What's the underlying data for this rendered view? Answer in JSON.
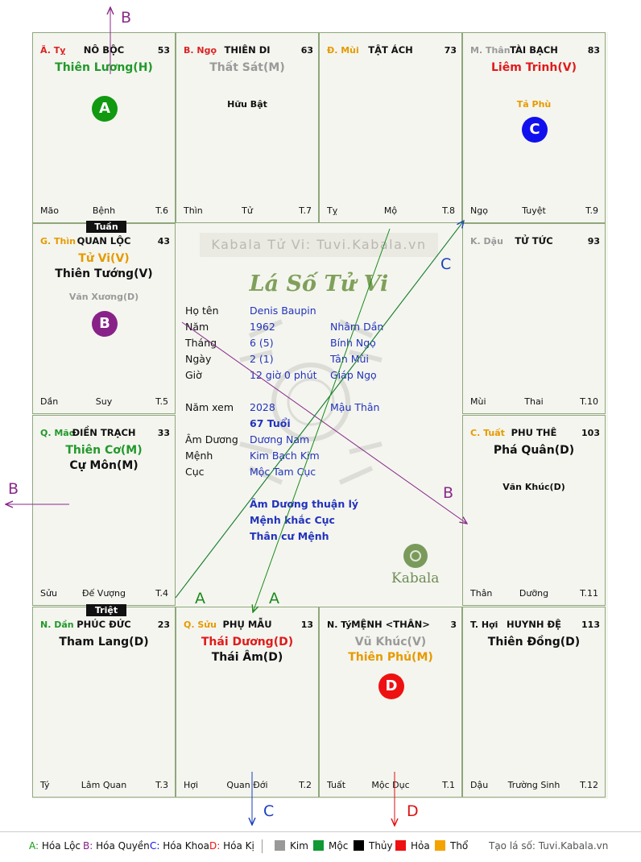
{
  "cells": [
    {
      "id": "ty-snake",
      "stem": "Ã. Tỵ",
      "stem_color": "#dd2222",
      "name": "NÔ BỘC",
      "num": "53",
      "stars": [
        {
          "text": "Thiên Lương(H)",
          "color": "#22992b"
        }
      ],
      "minor": [],
      "bottom": [
        "Mão",
        "Bệnh",
        "T.6"
      ],
      "badge": {
        "letter": "A",
        "color": "#119911"
      }
    },
    {
      "id": "ngo-horse",
      "stem": "B. Ngọ",
      "stem_color": "#dd2222",
      "name": "THIÊN DI",
      "num": "63",
      "stars": [
        {
          "text": "Thất Sát(M)",
          "color": "#9a9a9a"
        }
      ],
      "minor": [
        {
          "text": "Hữu Bật",
          "color": "#111111"
        }
      ],
      "bottom": [
        "Thìn",
        "Tử",
        "T.7"
      ]
    },
    {
      "id": "mui-goat",
      "stem": "Đ. Mùi",
      "stem_color": "#e69a00",
      "name": "TẬT ÁCH",
      "num": "73",
      "stars": [],
      "minor": [],
      "bottom": [
        "Tỵ",
        "Mộ",
        "T.8"
      ]
    },
    {
      "id": "than-monkey",
      "stem": "M. Thân",
      "stem_color": "#999999",
      "name": "TÀI BẠCH",
      "num": "83",
      "stars": [
        {
          "text": "Liêm Trinh(V)",
          "color": "#e01b1b"
        }
      ],
      "minor": [
        {
          "text": "Tả Phù",
          "color": "#e69a00"
        }
      ],
      "bottom": [
        "Ngọ",
        "Tuyệt",
        "T.9"
      ],
      "badge": {
        "letter": "C",
        "color": "#1010ee"
      }
    },
    {
      "id": "thin-dragon",
      "stem": "G. Thìn",
      "stem_color": "#e69a00",
      "name": "QUAN LỘC",
      "num": "43",
      "stars": [
        {
          "text": "Tử Vi(V)",
          "color": "#e69a00"
        },
        {
          "text": "Thiên Tướng(V)",
          "color": "#111111"
        }
      ],
      "minor": [
        {
          "text": "Văn Xương(D)",
          "color": "#9a9a9a"
        }
      ],
      "bottom": [
        "Dần",
        "Suy",
        "T.5"
      ],
      "badge": {
        "letter": "B",
        "color": "#882288"
      }
    },
    {
      "id": "dau-rooster",
      "stem": "K. Dậu",
      "stem_color": "#999999",
      "name": "TỬ TỨC",
      "num": "93",
      "stars": [],
      "minor": [],
      "bottom": [
        "Mùi",
        "Thai",
        "T.10"
      ]
    },
    {
      "id": "mao-cat",
      "stem": "Q. Mão",
      "stem_color": "#22992b",
      "name": "ĐIỀN TRẠCH",
      "num": "33",
      "stars": [
        {
          "text": "Thiên Cơ(M)",
          "color": "#22992b"
        },
        {
          "text": "Cự Môn(M)",
          "color": "#111111"
        }
      ],
      "minor": [],
      "bottom": [
        "Sửu",
        "Đế Vượng",
        "T.4"
      ]
    },
    {
      "id": "tuat-dog",
      "stem": "C. Tuất",
      "stem_color": "#e69a00",
      "name": "PHU THÊ",
      "num": "103",
      "stars": [
        {
          "text": "Phá Quân(D)",
          "color": "#111111"
        }
      ],
      "minor": [
        {
          "text": "Văn Khúc(D)",
          "color": "#111111"
        }
      ],
      "bottom": [
        "Thân",
        "Dưỡng",
        "T.11"
      ]
    },
    {
      "id": "dan-tiger",
      "stem": "N. Dần",
      "stem_color": "#22992b",
      "name": "PHÚC ĐỨC",
      "num": "23",
      "stars": [
        {
          "text": "Tham Lang(D)",
          "color": "#111111"
        }
      ],
      "minor": [],
      "bottom": [
        "Tý",
        "Lâm Quan",
        "T.3"
      ]
    },
    {
      "id": "suu-buffalo",
      "stem": "Q. Sửu",
      "stem_color": "#e69a00",
      "name": "PHỤ MẪU",
      "num": "13",
      "stars": [
        {
          "text": "Thái Dương(D)",
          "color": "#e01b1b"
        },
        {
          "text": "Thái Âm(D)",
          "color": "#111111"
        }
      ],
      "minor": [],
      "bottom": [
        "Hợi",
        "Quan Đới",
        "T.2"
      ]
    },
    {
      "id": "ty-rat",
      "stem": "N. Tý",
      "stem_color": "#111111",
      "name": "MỆNH <THÂN>",
      "num": "3",
      "stars": [
        {
          "text": "Vũ Khúc(V)",
          "color": "#9a9a9a"
        },
        {
          "text": "Thiên Phủ(M)",
          "color": "#e69a00"
        }
      ],
      "minor": [],
      "bottom": [
        "Tuất",
        "Mộc Dục",
        "T.1"
      ],
      "badge": {
        "letter": "D",
        "color": "#ee1111"
      }
    },
    {
      "id": "hoi-pig",
      "stem": "T. Hợi",
      "stem_color": "#111111",
      "name": "HUYNH ĐỆ",
      "num": "113",
      "stars": [
        {
          "text": "Thiên Đồng(D)",
          "color": "#111111"
        }
      ],
      "minor": [],
      "bottom": [
        "Dậu",
        "Trường Sinh",
        "T.12"
      ]
    }
  ],
  "tags": {
    "tuan": "Tuần",
    "triet": "Triệt"
  },
  "center": {
    "site": "Kabala Tử Vi: Tuvi.Kabala.vn",
    "title": "Lá Số Tử Vi",
    "rows": [
      {
        "label": "Họ tên",
        "value": "Denis Baupin",
        "extra": ""
      },
      {
        "label": "Năm",
        "value": "1962",
        "extra": "Nhâm Dần"
      },
      {
        "label": "Tháng",
        "value": "6  (5)",
        "extra": "Bính Ngọ"
      },
      {
        "label": "Ngày",
        "value": "2  (1)",
        "extra": "Tân Mùi"
      },
      {
        "label": "Giờ",
        "value": "12 giờ 0 phút",
        "extra": "Giáp Ngọ"
      }
    ],
    "year_view": {
      "label": "Năm xem",
      "value": "2028",
      "extra": "Mậu Thân",
      "age": "67 Tuổi"
    },
    "rows2": [
      {
        "label": "Âm Dương",
        "value": "Dương Nam"
      },
      {
        "label": "Mệnh",
        "value": "Kim Bạch Kim"
      },
      {
        "label": "Cục",
        "value": "Mộc Tam Cục"
      }
    ],
    "notes": [
      "Âm Dương thuận lý",
      "Mệnh khắc Cục",
      "Thân cư Mệnh"
    ],
    "brand": "Kabala"
  },
  "arrows": {
    "b_top": "B",
    "b_left": "B",
    "b_center": "B",
    "c_center": "C",
    "c_bottom": "C",
    "a1": "A",
    "a2": "A",
    "d_bottom": "D"
  },
  "legend": {
    "items": [
      {
        "key": "A:",
        "text": "Hóa Lộc",
        "color": "#119911"
      },
      {
        "key": "B:",
        "text": "Hóa Quyền",
        "color": "#882288"
      },
      {
        "key": "C:",
        "text": "Hóa Khoa",
        "color": "#1010ee"
      },
      {
        "key": "D:",
        "text": "Hóa Kị",
        "color": "#ee1111"
      }
    ],
    "elements": [
      {
        "name": "Kim",
        "color": "#999999"
      },
      {
        "name": "Mộc",
        "color": "#119933"
      },
      {
        "name": "Thủy",
        "color": "#000000"
      },
      {
        "name": "Hỏa",
        "color": "#ee1111"
      },
      {
        "name": "Thổ",
        "color": "#f4a300"
      }
    ],
    "site": "Tạo lá số: Tuvi.Kabala.vn"
  }
}
